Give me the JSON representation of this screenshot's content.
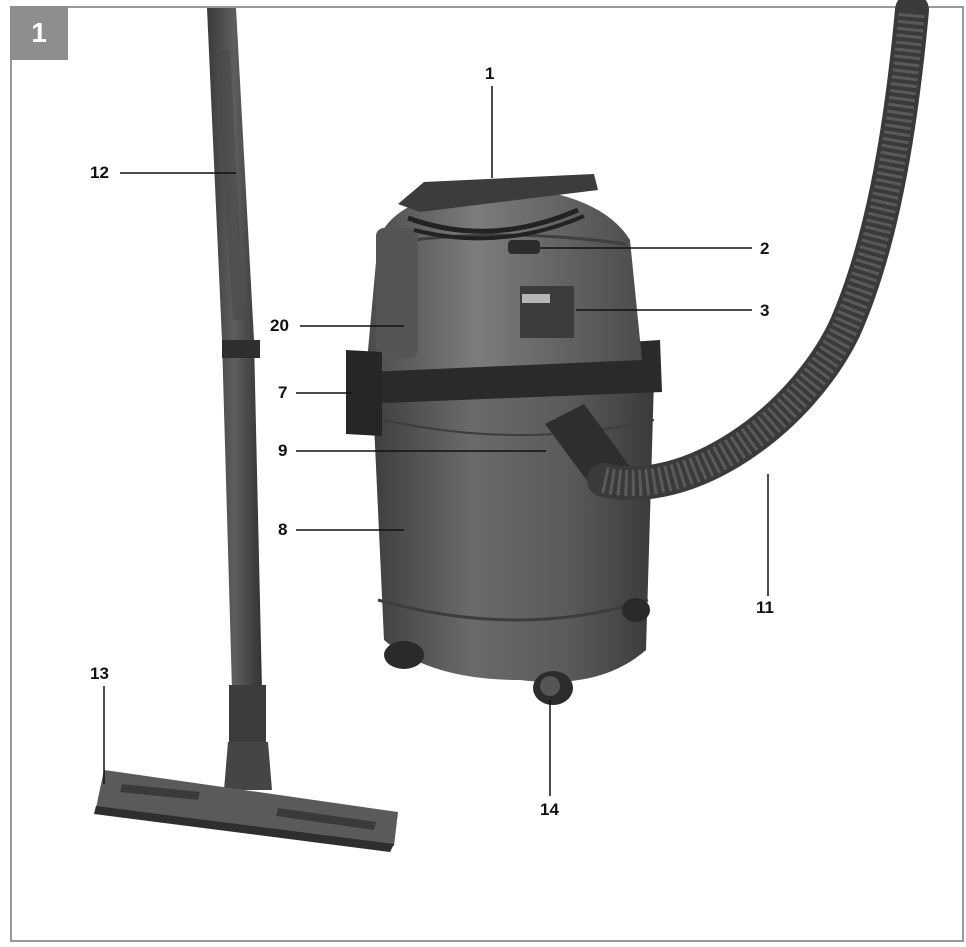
{
  "figure_number": "1",
  "callouts": [
    {
      "id": "handle",
      "label": "1"
    },
    {
      "id": "cable-hook",
      "label": "2"
    },
    {
      "id": "motor-head",
      "label": "3"
    },
    {
      "id": "clip",
      "label": "7"
    },
    {
      "id": "container",
      "label": "8"
    },
    {
      "id": "suction-connector",
      "label": "9"
    },
    {
      "id": "hose",
      "label": "11"
    },
    {
      "id": "suction-tube",
      "label": "12"
    },
    {
      "id": "floor-nozzle",
      "label": "13"
    },
    {
      "id": "castor",
      "label": "14"
    },
    {
      "id": "cable",
      "label": "20"
    }
  ]
}
